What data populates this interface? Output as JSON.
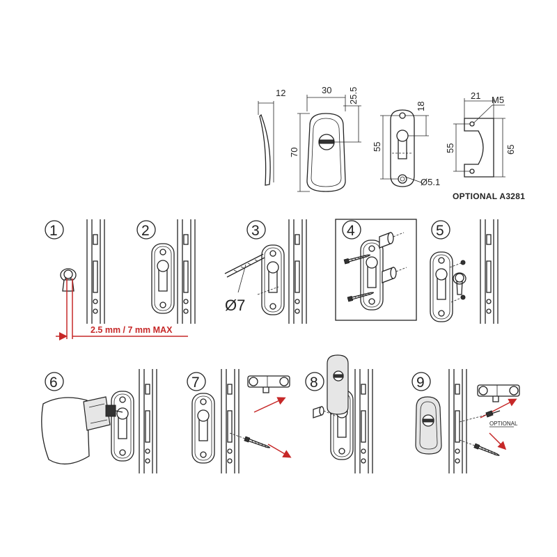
{
  "dimensions": {
    "side_thickness": "12",
    "cover_width": "30",
    "cover_offset": "25.5",
    "cover_height": "70",
    "plate_top": "18",
    "plate_height": "55",
    "plate_hole": "Ø5.1",
    "opt_width": "21",
    "opt_thread": "M5",
    "opt_inner_height": "55",
    "opt_outer_height": "65",
    "optional_label": "OPTIONAL  A3281"
  },
  "steps": [
    {
      "number": "1",
      "note": "2.5 mm / 7 mm MAX"
    },
    {
      "number": "2"
    },
    {
      "number": "3",
      "note": "Ø7"
    },
    {
      "number": "4"
    },
    {
      "number": "5"
    },
    {
      "number": "6"
    },
    {
      "number": "7"
    },
    {
      "number": "8"
    },
    {
      "number": "9",
      "note": "OPTIONAL"
    }
  ],
  "colors": {
    "line": "#222222",
    "accent": "#c62828",
    "part_fill": "#e6e6e6"
  }
}
